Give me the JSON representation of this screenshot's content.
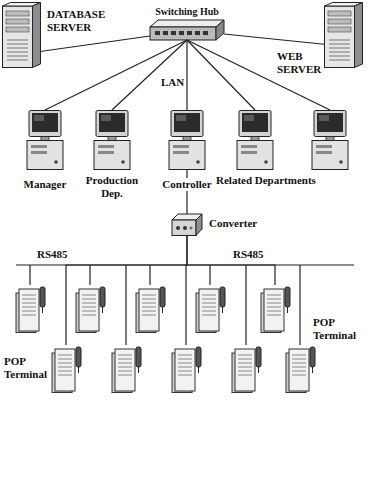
{
  "diagram": {
    "nodes": [
      {
        "text": [
          "DATABASE SERVER"
        ]
      },
      {
        "text": [
          "Switching Hub"
        ]
      },
      {
        "text": [
          "WEB SERVER"
        ]
      },
      {
        "text": [
          "Manager"
        ]
      },
      {
        "text": [
          "Production Dep."
        ]
      },
      {
        "text": [
          "Controller"
        ]
      },
      {
        "text": [
          "Related Departments"
        ]
      },
      {
        "text": [
          "Converter"
        ]
      },
      {
        "text": [
          "POP Terminal"
        ]
      },
      {
        "text": [
          "POP Terminal"
        ]
      }
    ],
    "edges": [
      {
        "from": 0,
        "to": 1,
        "arrow": "none"
      },
      {
        "from": 1,
        "to": 2,
        "arrow": "none"
      },
      {
        "from": 1,
        "to": 3,
        "arrow": "none"
      },
      {
        "from": 1,
        "to": 4,
        "arrow": "none"
      },
      {
        "from": 1,
        "to": 5,
        "arrow": "none"
      },
      {
        "from": 1,
        "to": 6,
        "arrow": "none"
      },
      {
        "from": 5,
        "to": 7,
        "arrow": "none"
      },
      {
        "from": 7,
        "to": 8,
        "arrow": "none"
      },
      {
        "from": 7,
        "to": 9,
        "arrow": "none"
      }
    ],
    "labels": [
      "LAN",
      "RS485",
      "RS485"
    ]
  }
}
